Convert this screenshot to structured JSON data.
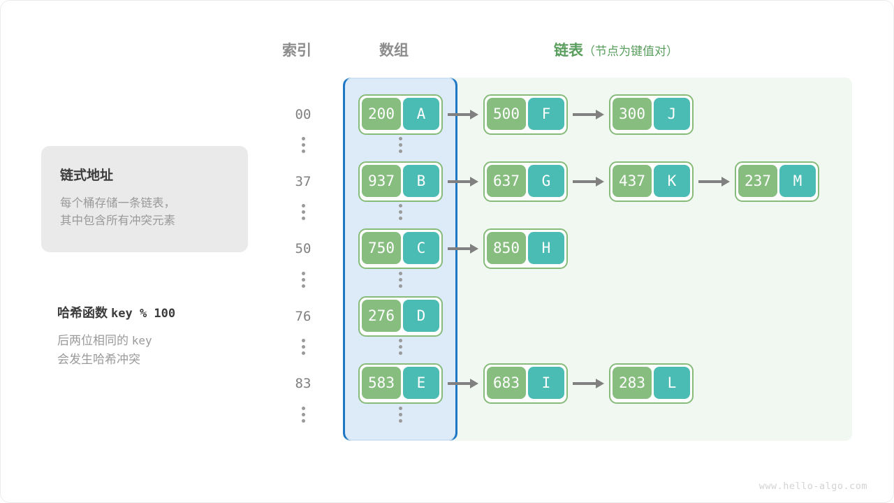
{
  "headers": {
    "index": "索引",
    "array": "数组",
    "list_main": "链表",
    "list_sub": "（节点为键值对）"
  },
  "info_card": {
    "title": "链式地址",
    "line1": "每个桶存储一条链表，",
    "line2": "其中包含所有冲突元素"
  },
  "hash_note": {
    "title_label": "哈希函数",
    "title_expr": "key % 100",
    "line1_text": "后两位相同的",
    "line1_mono": "key",
    "line2": "会发生哈希冲突"
  },
  "colors": {
    "array_panel_bg": "#dcebf7",
    "array_panel_border": "#1d77c4",
    "list_panel_bg": "#f1f7f1",
    "node_border": "#86bb7a",
    "key_cell": "#87bd7f",
    "value_cell": "#4bbcb4",
    "arrow": "#808080",
    "accent_green": "#5a9e5e",
    "header_gray": "#8c8c8c"
  },
  "buckets": [
    {
      "index": "00",
      "bucket": {
        "key": "200",
        "value": "A"
      },
      "chain": [
        {
          "key": "500",
          "value": "F"
        },
        {
          "key": "300",
          "value": "J"
        }
      ]
    },
    {
      "index": "37",
      "bucket": {
        "key": "937",
        "value": "B"
      },
      "chain": [
        {
          "key": "637",
          "value": "G"
        },
        {
          "key": "437",
          "value": "K"
        },
        {
          "key": "237",
          "value": "M"
        }
      ]
    },
    {
      "index": "50",
      "bucket": {
        "key": "750",
        "value": "C"
      },
      "chain": [
        {
          "key": "850",
          "value": "H"
        }
      ]
    },
    {
      "index": "76",
      "bucket": {
        "key": "276",
        "value": "D"
      },
      "chain": []
    },
    {
      "index": "83",
      "bucket": {
        "key": "583",
        "value": "E"
      },
      "chain": [
        {
          "key": "683",
          "value": "I"
        },
        {
          "key": "283",
          "value": "L"
        }
      ]
    }
  ],
  "ellipsis_glyph": "⋮",
  "watermark": "www.hello-algo.com"
}
